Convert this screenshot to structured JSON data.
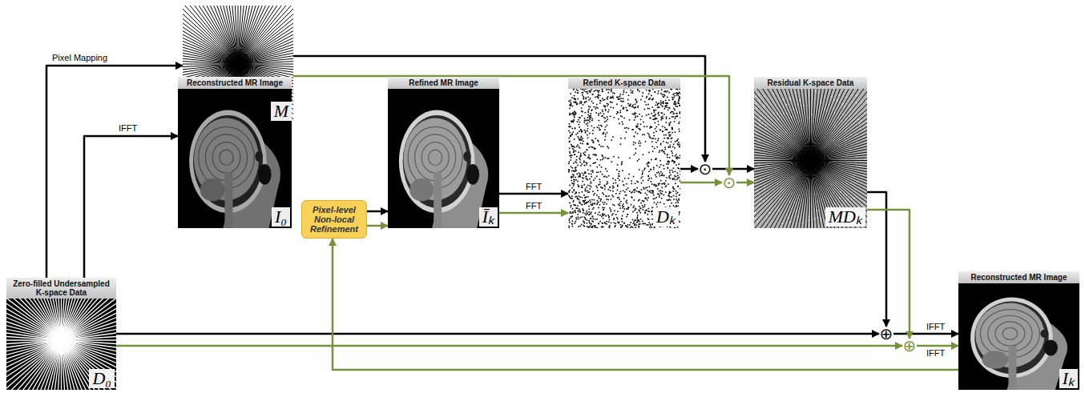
{
  "diagram": {
    "nodes": [
      {
        "text": [
          "M"
        ]
      },
      {
        "text": [
          "Reconstructed MR Image",
          "I₀"
        ]
      },
      {
        "text": [
          "Pixel-level Non-local Refinement"
        ]
      },
      {
        "text": [
          "Refined MR Image",
          "Īₖ"
        ]
      },
      {
        "text": [
          "Refined K-space Data",
          "Dₖ"
        ]
      },
      {
        "text": [
          "⊙"
        ]
      },
      {
        "text": [
          "⊙"
        ]
      },
      {
        "text": [
          "Residual K-space Data",
          "MDₖ"
        ]
      },
      {
        "text": [
          "Zero-filled Undersampled K-space Data",
          "D₀"
        ]
      },
      {
        "text": [
          "⊕"
        ]
      },
      {
        "text": [
          "⊕"
        ]
      },
      {
        "text": [
          "Reconstructed MR Image",
          "Iₖ"
        ]
      }
    ],
    "edges": [
      {
        "from": 8,
        "to": 0,
        "label": "Pixel Mapping",
        "arrow": "to"
      },
      {
        "from": 8,
        "to": 1,
        "label": "IFFT",
        "arrow": "to"
      },
      {
        "from": 2,
        "to": 3,
        "arrow": "to"
      },
      {
        "from": 2,
        "to": 3,
        "arrow": "to"
      },
      {
        "from": 3,
        "to": 4,
        "label": "FFT",
        "arrow": "to"
      },
      {
        "from": 3,
        "to": 4,
        "label": "FFT",
        "arrow": "to"
      },
      {
        "from": 0,
        "to": 5,
        "arrow": "to"
      },
      {
        "from": 4,
        "to": 5,
        "arrow": "to"
      },
      {
        "from": 5,
        "to": 7,
        "arrow": "to"
      },
      {
        "from": 0,
        "to": 6,
        "arrow": "to"
      },
      {
        "from": 4,
        "to": 6,
        "arrow": "to"
      },
      {
        "from": 6,
        "to": 7,
        "arrow": "to"
      },
      {
        "from": 7,
        "to": 9,
        "arrow": "to"
      },
      {
        "from": 8,
        "to": 9,
        "arrow": "to"
      },
      {
        "from": 9,
        "to": 11,
        "label": "IFFT",
        "arrow": "to"
      },
      {
        "from": 7,
        "to": 10,
        "arrow": "to"
      },
      {
        "from": 8,
        "to": 10,
        "arrow": "to"
      },
      {
        "from": 10,
        "to": 11,
        "label": "IFFT",
        "arrow": "to"
      },
      {
        "from": 11,
        "to": 2,
        "arrow": "to"
      }
    ]
  }
}
